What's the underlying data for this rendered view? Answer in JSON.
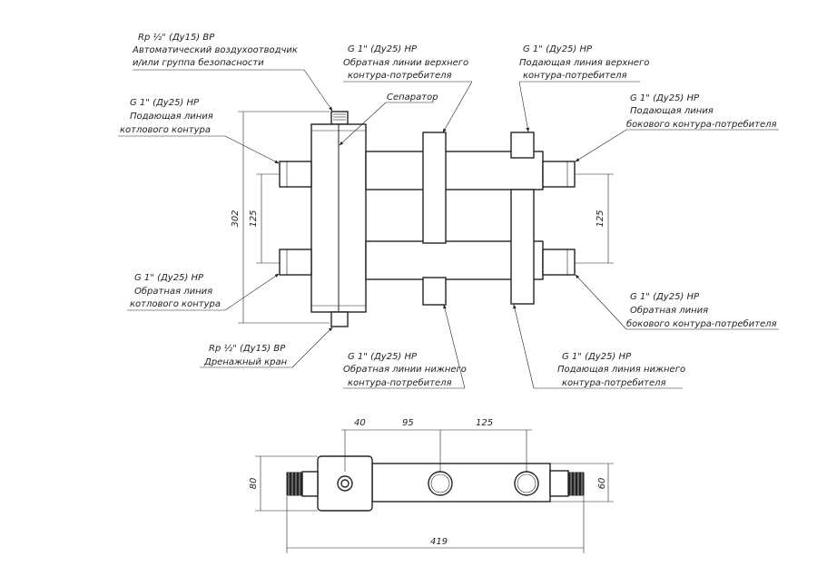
{
  "labels": {
    "air_vent": {
      "line1": "Rp ½\" (Ду15) ВР",
      "line2": "Автоматический воздухоотводчик",
      "line3": "и/или группа безопасности"
    },
    "top_return": {
      "line1": "G 1\" (Ду25) НР",
      "line2": "Обратная линии верхнего",
      "line3": "контура-потребителя"
    },
    "top_supply": {
      "line1": "G 1\" (Ду25) НР",
      "line2": "Подающая линия верхнего",
      "line3": "контура-потребителя"
    },
    "boiler_supply": {
      "line1": "G 1\" (Ду25) НР",
      "line2": "Подающая линия",
      "line3": "котлового контура"
    },
    "separator": "Сепаратор",
    "side_supply": {
      "line1": "G 1\" (Ду25) НР",
      "line2": "Подающая линия",
      "line3": "бокового контура-потребителя"
    },
    "boiler_return": {
      "line1": "G 1\" (Ду25) НР",
      "line2": "Обратная линия",
      "line3": "котлового контура"
    },
    "side_return": {
      "line1": "G 1\" (Ду25) НР",
      "line2": "Обратная линия",
      "line3": "бокового контура-потребителя"
    },
    "drain": {
      "line1": "Rp ½\" (Ду15) ВР",
      "line2": "Дренажный кран"
    },
    "bottom_return": {
      "line1": "G 1\" (Ду25) НР",
      "line2": "Обратная линии нижнего",
      "line3": "контура-потребителя"
    },
    "bottom_supply": {
      "line1": "G 1\" (Ду25) НР",
      "line2": "Подающая линия нижнего",
      "line3": "контура-потребителя"
    }
  },
  "dimensions": {
    "height_302": "302",
    "left_125": "125",
    "right_125": "125",
    "d40": "40",
    "d95": "95",
    "d125": "125",
    "h80": "80",
    "h60": "60",
    "w419": "419"
  }
}
